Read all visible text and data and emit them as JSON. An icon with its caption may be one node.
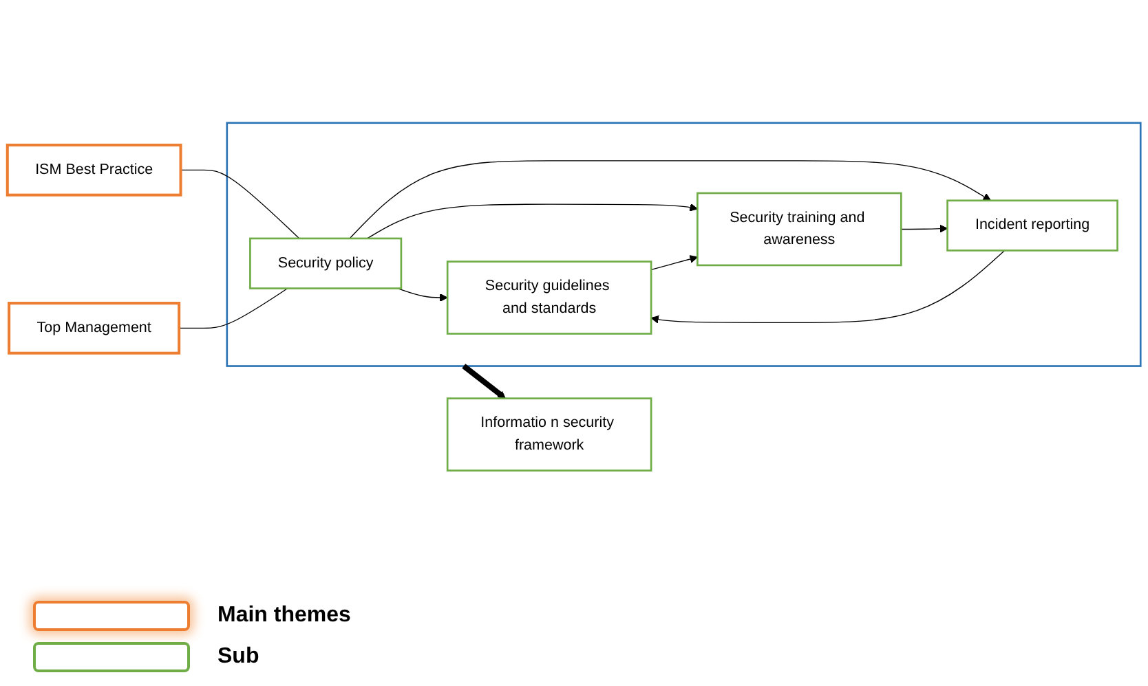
{
  "diagram": {
    "nodes": [
      {
        "text": [
          "ISM Best Practice"
        ]
      },
      {
        "text": [
          "Top Management"
        ]
      },
      {
        "text": [],
        "shape": "box"
      },
      {
        "text": [
          "Security policy"
        ],
        "in": 2
      },
      {
        "text": [
          "Security guidelines and standards"
        ],
        "in": 2
      },
      {
        "text": [
          "Security training and awareness"
        ],
        "in": 2
      },
      {
        "text": [
          "Incident reporting"
        ],
        "in": 2
      },
      {
        "text": [
          "Informatio n security framework"
        ]
      }
    ],
    "edges": [
      {
        "from": 0,
        "to": 3,
        "arrow": "none"
      },
      {
        "from": 1,
        "to": 3,
        "arrow": "none"
      },
      {
        "from": 3,
        "to": 4,
        "arrow": "to"
      },
      {
        "from": 3,
        "to": 5,
        "arrow": "to"
      },
      {
        "from": 3,
        "to": 6,
        "arrow": "to"
      },
      {
        "from": 4,
        "to": 5,
        "arrow": "to"
      },
      {
        "from": 5,
        "to": 6,
        "arrow": "to"
      },
      {
        "from": 6,
        "to": 4,
        "arrow": "to"
      },
      {
        "from": 2,
        "to": 7,
        "arrow": "to",
        "style": "thick"
      }
    ],
    "legend": [
      {
        "text": "Main themes"
      },
      {
        "text": "Sub"
      }
    ]
  }
}
